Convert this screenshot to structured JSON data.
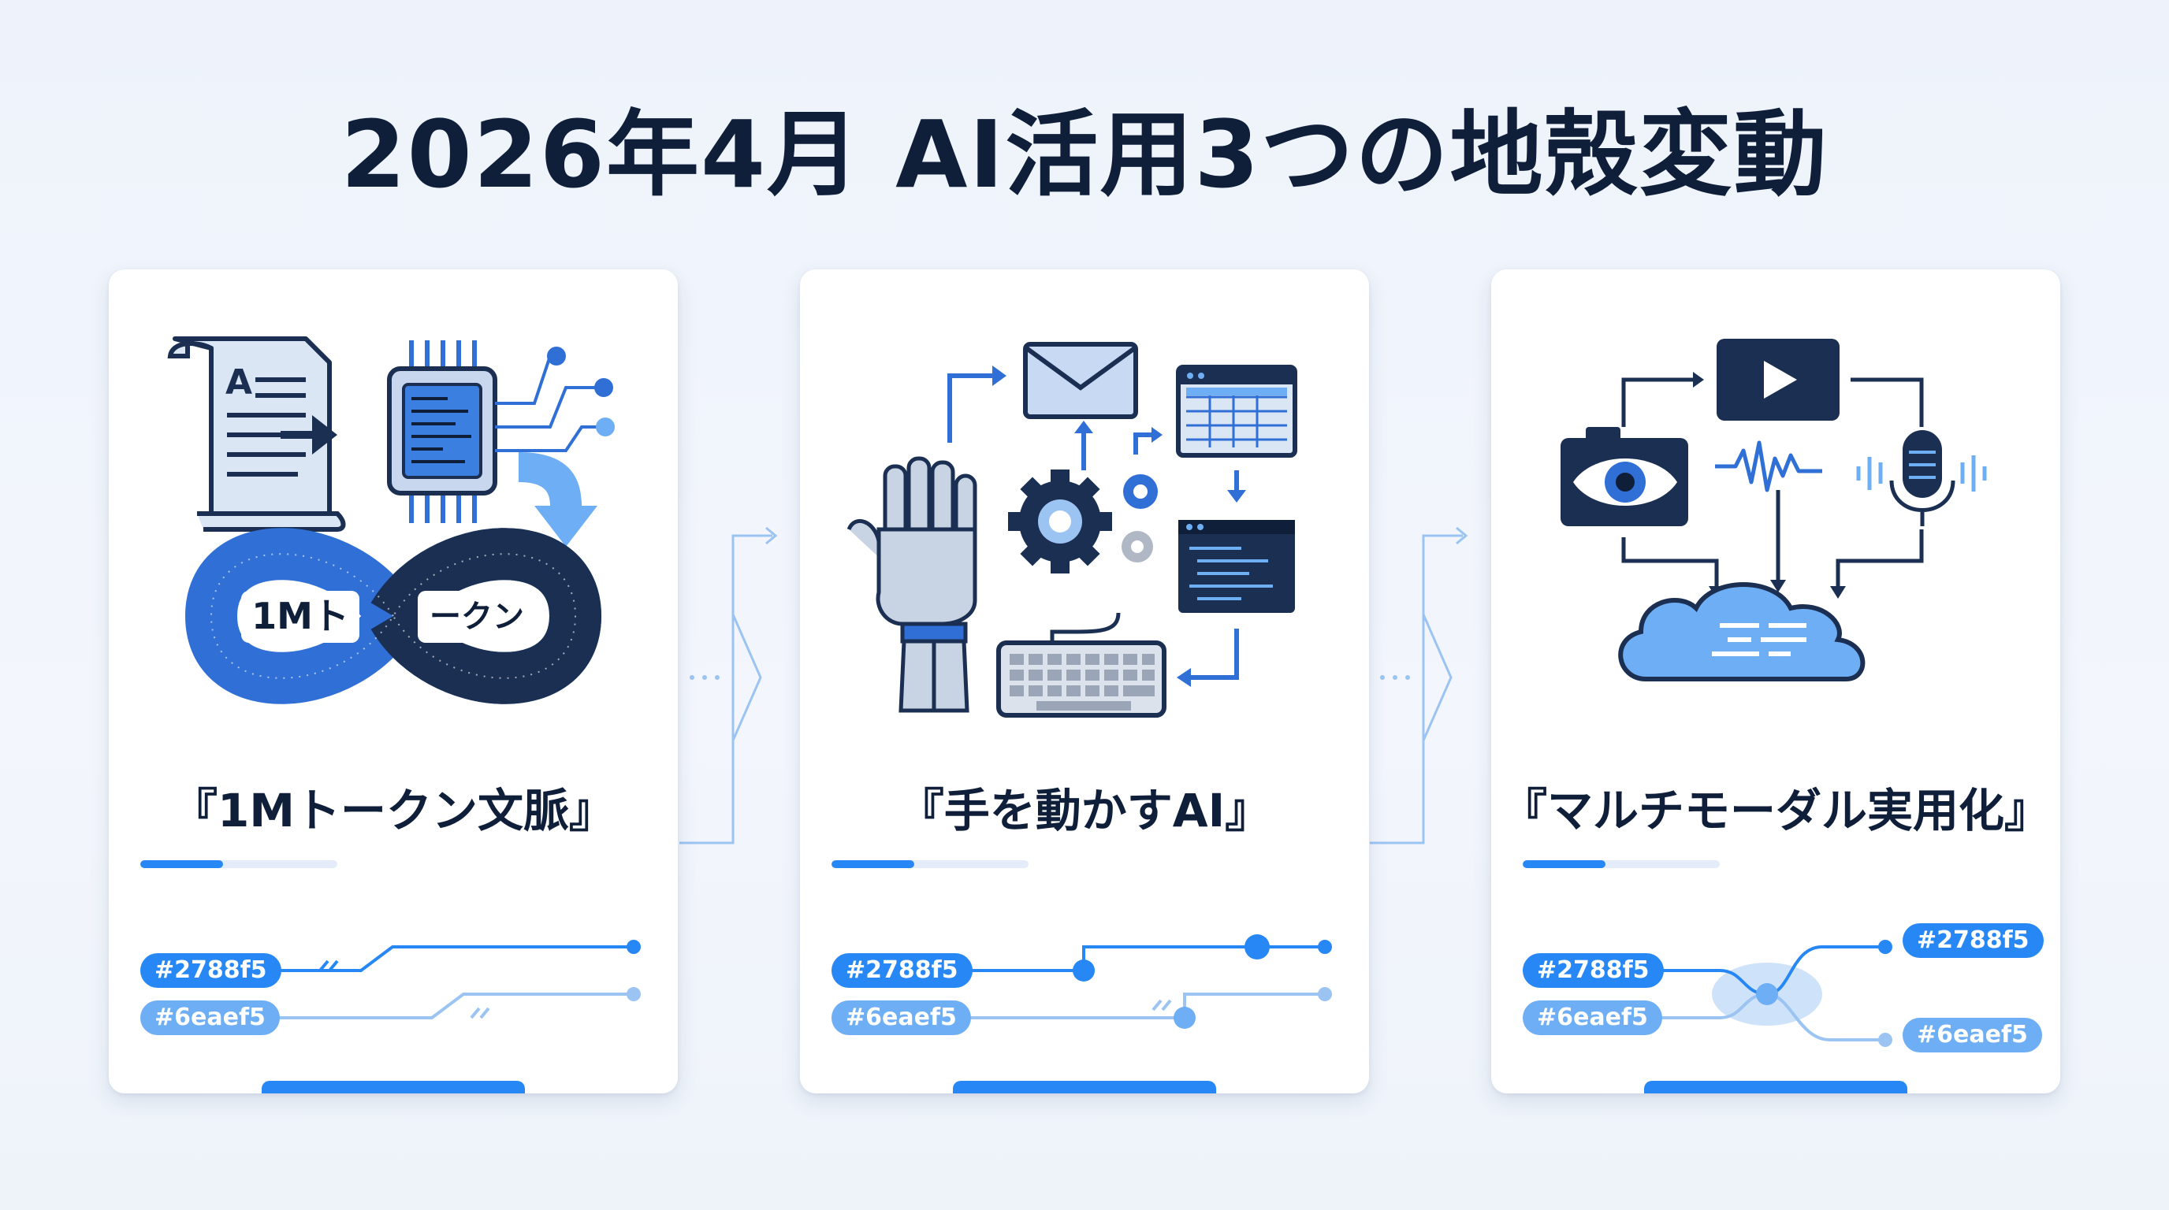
{
  "title": "2026年4月 AI活用3つの地殻変動",
  "colors": {
    "primary": "#2788f5",
    "secondary": "#6eaef5",
    "navy": "#0f1f3a"
  },
  "cards": [
    {
      "caption": "『1Mトークン文脈』",
      "infinity_left_label": "1Mト",
      "infinity_right_label": "ークン",
      "doc_letter": "A",
      "chip_primary": "#2788f5",
      "chip_secondary": "#6eaef5",
      "icons": [
        "document-scroll-icon",
        "processor-chip-icon",
        "infinity-binary-icon"
      ]
    },
    {
      "caption": "『手を動かすAI』",
      "chip_primary": "#2788f5",
      "chip_secondary": "#6eaef5",
      "icons": [
        "robot-hand-icon",
        "gear-icon",
        "envelope-icon",
        "spreadsheet-icon",
        "terminal-icon",
        "keyboard-icon"
      ]
    },
    {
      "caption": "『マルチモーダル実用化』",
      "chip_primary": "#2788f5",
      "chip_secondary": "#6eaef5",
      "chip_out_top": "#2788f5",
      "chip_out_bottom": "#6eaef5",
      "icons": [
        "camera-eye-icon",
        "video-play-icon",
        "microphone-icon",
        "waveform-icon",
        "cloud-icon"
      ]
    }
  ]
}
